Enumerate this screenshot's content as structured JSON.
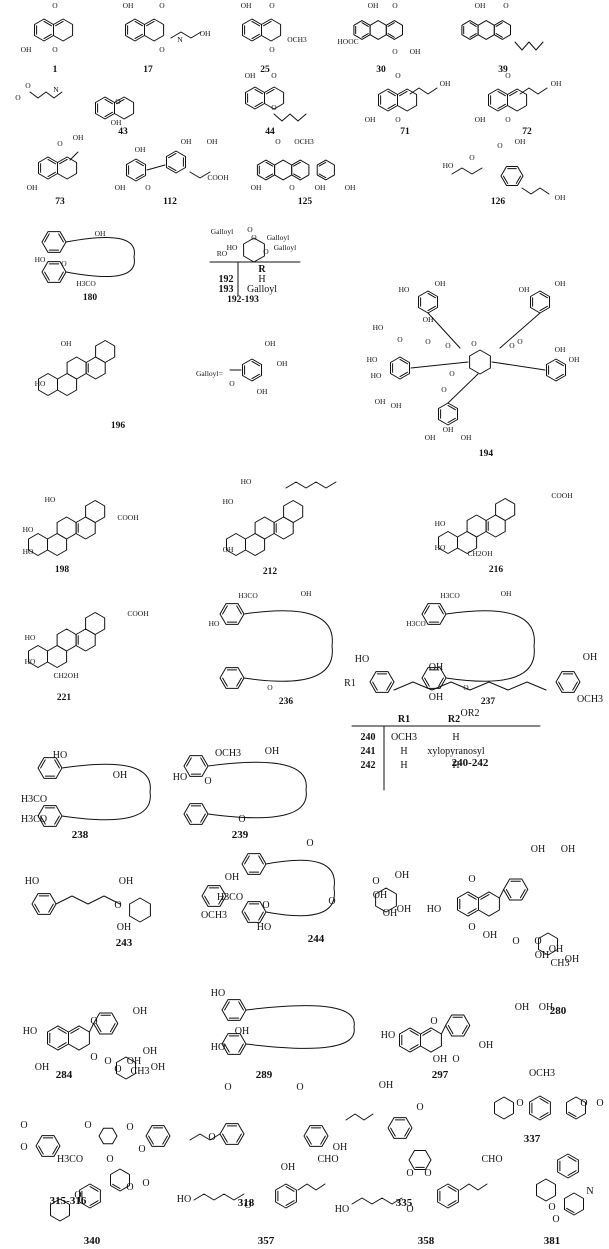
{
  "compounds": [
    {
      "id": "1",
      "atoms": [
        "O",
        "O",
        "OH"
      ]
    },
    {
      "id": "17",
      "atoms": [
        "OH",
        "O",
        "O",
        "N",
        "OH"
      ]
    },
    {
      "id": "25",
      "atoms": [
        "OH",
        "O",
        "O",
        "OCH3"
      ]
    },
    {
      "id": "30",
      "atoms": [
        "OH",
        "O",
        "HOOC",
        "O",
        "OH"
      ]
    },
    {
      "id": "39",
      "atoms": [
        "OH",
        "O"
      ]
    },
    {
      "id": "43",
      "atoms": [
        "O",
        "O",
        "N",
        "O",
        "OH"
      ]
    },
    {
      "id": "44",
      "atoms": [
        "OH",
        "O",
        "O"
      ]
    },
    {
      "id": "71",
      "atoms": [
        "O",
        "OH",
        "O",
        "OH"
      ]
    },
    {
      "id": "72",
      "atoms": [
        "O",
        "OH",
        "O",
        "OH"
      ]
    },
    {
      "id": "73",
      "atoms": [
        "O",
        "OH",
        "OH"
      ]
    },
    {
      "id": "112",
      "atoms": [
        "OH",
        "OH",
        "OH",
        "COOH",
        "OH",
        "O"
      ]
    },
    {
      "id": "125",
      "atoms": [
        "O",
        "OCH3",
        "OH",
        "O",
        "OH",
        "OH"
      ]
    },
    {
      "id": "126",
      "atoms": [
        "HO",
        "O",
        "O",
        "OH",
        "OH"
      ]
    },
    {
      "id": "180",
      "atoms": [
        "OH",
        "HO",
        "O",
        "H3CO"
      ]
    },
    {
      "id": "192-193",
      "atoms": [
        "Galloyl",
        "O",
        "O",
        "Galloyl",
        "HO",
        "RO",
        "O",
        "Galloyl"
      ]
    },
    {
      "id": "194",
      "atoms": [
        "OH",
        "HO",
        "OH",
        "OH",
        "OH",
        "HO",
        "O",
        "O",
        "O",
        "O",
        "O",
        "O",
        "HO",
        "HO",
        "OH",
        "OH",
        "OH",
        "OH",
        "O",
        "O",
        "OH",
        "OH",
        "OH"
      ]
    },
    {
      "id": "196",
      "atoms": [
        "OH",
        "HO"
      ]
    },
    {
      "id": "198",
      "atoms": [
        "HO",
        "COOH",
        "HO",
        "HO"
      ]
    },
    {
      "id": "212",
      "atoms": [
        "HO",
        "HO",
        "OH"
      ]
    },
    {
      "id": "216",
      "atoms": [
        "COOH",
        "HO",
        "HO",
        "CH2OH"
      ]
    },
    {
      "id": "221",
      "atoms": [
        "COOH",
        "HO",
        "HO",
        "CH2OH"
      ]
    },
    {
      "id": "236",
      "atoms": [
        "H3CO",
        "OH",
        "HO",
        "O"
      ]
    },
    {
      "id": "237",
      "atoms": [
        "H3CO",
        "OH",
        "H3CO",
        "O"
      ]
    },
    {
      "id": "238",
      "atoms": [
        "HO",
        "OH",
        "H3CO",
        "H3CO"
      ]
    },
    {
      "id": "239",
      "atoms": [
        "OCH3",
        "OH",
        "HO",
        "O",
        "O"
      ]
    },
    {
      "id": "240-242",
      "atoms": [
        "HO",
        "R1",
        "OH",
        "OH",
        "OR2",
        "OH",
        "OCH3"
      ]
    },
    {
      "id": "243",
      "atoms": [
        "HO",
        "OH",
        "O",
        "OH",
        "OCH3",
        "OH"
      ]
    },
    {
      "id": "244",
      "atoms": [
        "O",
        "OH",
        "H3CO",
        "O",
        "O",
        "OH",
        "OH",
        "OH",
        "O",
        "HO"
      ]
    },
    {
      "id": "280",
      "atoms": [
        "OH",
        "OH",
        "HO",
        "O",
        "O",
        "OH",
        "O",
        "O",
        "OH",
        "OH",
        "CH3",
        "OH"
      ]
    },
    {
      "id": "284",
      "atoms": [
        "OH",
        "HO",
        "O",
        "O",
        "OH",
        "O",
        "OH",
        "OH",
        "O",
        "CH3",
        "OH"
      ]
    },
    {
      "id": "289",
      "atoms": [
        "HO",
        "OH",
        "HO"
      ]
    },
    {
      "id": "297",
      "atoms": [
        "OH",
        "OH",
        "HO",
        "O",
        "OH",
        "OH",
        "O"
      ]
    },
    {
      "id": "315-316",
      "atoms": [
        "O",
        "O",
        "O",
        "O",
        "O",
        "O"
      ]
    },
    {
      "id": "318",
      "atoms": [
        "O",
        "O",
        "O",
        "OH",
        "OH"
      ]
    },
    {
      "id": "335",
      "atoms": [
        "OH",
        "O",
        "O",
        "O"
      ]
    },
    {
      "id": "337",
      "atoms": [
        "OCH3",
        "O",
        "O",
        "O"
      ]
    },
    {
      "id": "340",
      "atoms": [
        "H3CO",
        "O",
        "O",
        "O"
      ]
    },
    {
      "id": "357",
      "atoms": [
        "HO",
        "O",
        "CHO"
      ]
    },
    {
      "id": "358",
      "atoms": [
        "HO",
        "O",
        "CHO"
      ]
    },
    {
      "id": "381",
      "atoms": [
        "O",
        "N",
        "O"
      ]
    }
  ],
  "table_192_193": {
    "header": "R",
    "rows": [
      {
        "id": "192",
        "r": "H"
      },
      {
        "id": "193",
        "r": "Galloyl"
      }
    ]
  },
  "galloyl_def": {
    "label": "Galloyl=",
    "atoms": [
      "OH",
      "OH",
      "O",
      "OH"
    ]
  },
  "table_240_242": {
    "headers": [
      "R1",
      "R2"
    ],
    "rows": [
      {
        "id": "240",
        "r1": "OCH3",
        "r2": "H"
      },
      {
        "id": "241",
        "r1": "H",
        "r2": "xylopyranosyl"
      },
      {
        "id": "242",
        "r1": "H",
        "r2": "H"
      }
    ]
  }
}
